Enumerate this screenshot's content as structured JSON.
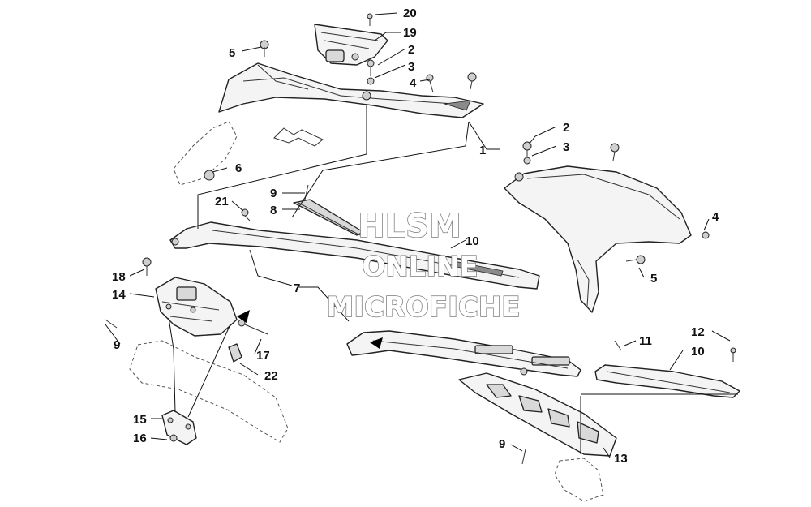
{
  "callouts": {
    "c20": "20",
    "c19": "19",
    "c5a": "5",
    "c2a": "2",
    "c3a": "3",
    "c4a": "4",
    "c1": "1",
    "c2b": "2",
    "c3b": "3",
    "c6": "6",
    "c21": "21",
    "c9a": "9",
    "c8": "8",
    "c10a": "10",
    "c4b": "4",
    "c5b": "5",
    "c18": "18",
    "c14": "14",
    "c7": "7",
    "c9b": "9",
    "c17": "17",
    "c22": "22",
    "c11": "11",
    "c12": "12",
    "c10b": "10",
    "c15": "15",
    "c16": "16",
    "c9c": "9",
    "c13": "13"
  },
  "watermark": {
    "line1": "HLSM",
    "line2": "ONLINE",
    "line3": "MICROFICHE"
  }
}
